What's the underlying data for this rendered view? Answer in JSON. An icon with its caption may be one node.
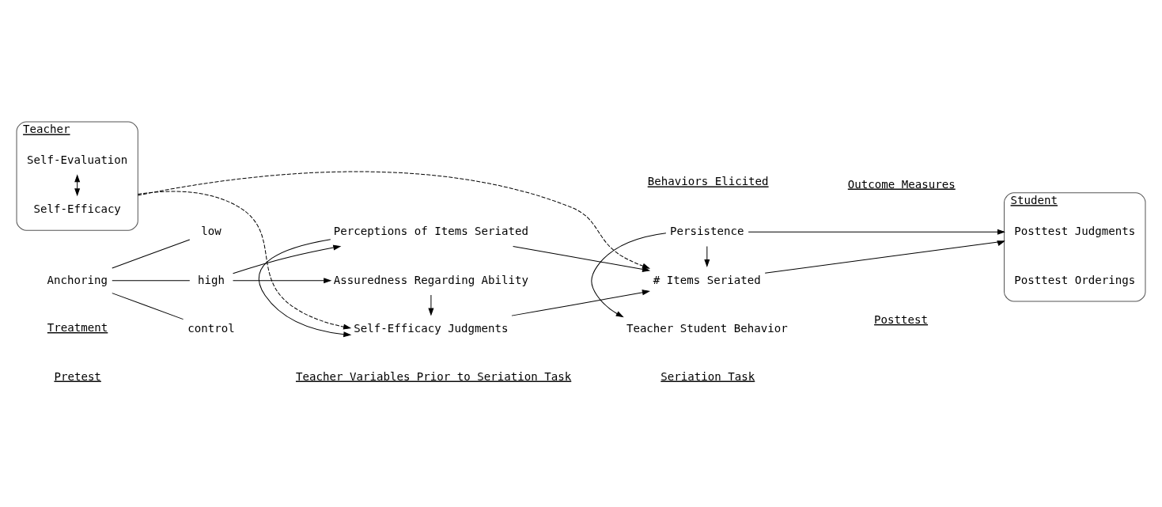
{
  "diagram": {
    "nodes": [
      {
        "text": [
          "Anchoring"
        ]
      },
      {
        "text": [
          "low"
        ]
      },
      {
        "text": [
          "high"
        ]
      },
      {
        "text": [
          "control"
        ]
      },
      {
        "text": [
          "Perceptions of Items Seriated"
        ]
      },
      {
        "text": [
          "Self-Efficacy Judgments"
        ]
      },
      {
        "text": [
          "Assuredness Regarding Ability"
        ]
      },
      {
        "text": [
          "Persistence"
        ]
      },
      {
        "text": [
          "Teacher Student Behavior"
        ]
      },
      {
        "text": [
          "# Items Seriated"
        ]
      },
      {
        "text": [
          "Student"
        ]
      },
      {
        "text": [
          "Posttest Judgments"
        ],
        "in": 10
      },
      {
        "text": [
          "Posttest Orderings"
        ],
        "in": 10
      },
      {
        "text": [
          "Teacher"
        ]
      },
      {
        "text": [
          "Self-Efficacy"
        ],
        "in": 13
      },
      {
        "text": [
          "Self-Evaluation"
        ],
        "in": 13
      }
    ],
    "edges": [
      {
        "from": 0,
        "to": 1,
        "arrow": "none"
      },
      {
        "from": 0,
        "to": 2,
        "arrow": "none"
      },
      {
        "from": 0,
        "to": 3,
        "arrow": "none"
      },
      {
        "from": 2,
        "to": 4,
        "arrow": "to"
      },
      {
        "from": 2,
        "to": 6,
        "arrow": "to"
      },
      {
        "from": 4,
        "to": 5,
        "arrow": "to"
      },
      {
        "from": 6,
        "to": 5,
        "arrow": "to"
      },
      {
        "from": 4,
        "to": 9,
        "arrow": "to"
      },
      {
        "from": 5,
        "to": 9,
        "arrow": "to"
      },
      {
        "from": 7,
        "to": 8,
        "arrow": "to"
      },
      {
        "from": 7,
        "to": 9,
        "arrow": "to"
      },
      {
        "from": 7,
        "to": 10,
        "arrow": "to"
      },
      {
        "from": 9,
        "to": 10,
        "arrow": "to"
      },
      {
        "from": 13,
        "to": 5,
        "arrow": "to",
        "style": "dashed"
      },
      {
        "from": 13,
        "to": 9,
        "arrow": "to",
        "style": "dashed"
      },
      {
        "from": 14,
        "to": 15,
        "arrow": "both"
      }
    ],
    "labels": [
      "Pretest",
      "Seriation Task",
      "Posttest",
      "Treatment",
      "Teacher Variables Prior to Seriation Task",
      "Behaviors Elicited",
      "Outcome Measures"
    ]
  }
}
